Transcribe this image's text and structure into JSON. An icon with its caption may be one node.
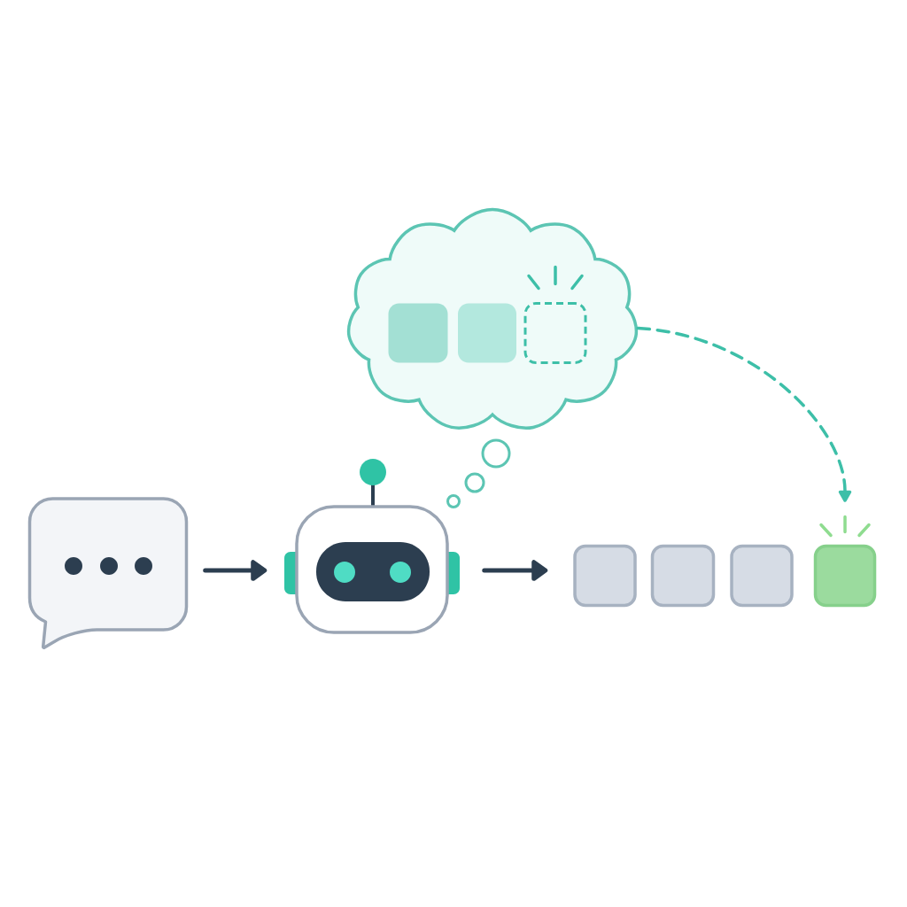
{
  "diagram": {
    "nodes": [
      {
        "text": [],
        "shape": "bubble"
      },
      {
        "text": [],
        "shape": "robot"
      },
      {
        "text": [],
        "shape": "cloud"
      },
      {
        "text": [],
        "shape": "box",
        "in": 2
      },
      {
        "text": [],
        "shape": "box",
        "in": 2
      },
      {
        "text": [],
        "shape": "box",
        "in": 2
      },
      {
        "text": [],
        "shape": "box"
      },
      {
        "text": [],
        "shape": "box"
      },
      {
        "text": [],
        "shape": "box"
      },
      {
        "text": [],
        "shape": "box"
      }
    ],
    "edges": [
      {
        "from": 0,
        "to": 1,
        "arrow": "to"
      },
      {
        "from": 1,
        "to": 6,
        "arrow": "to"
      },
      {
        "from": 2,
        "to": 9,
        "arrow": "to",
        "style": "dashed",
        "color": "#3dbfa8"
      }
    ]
  }
}
